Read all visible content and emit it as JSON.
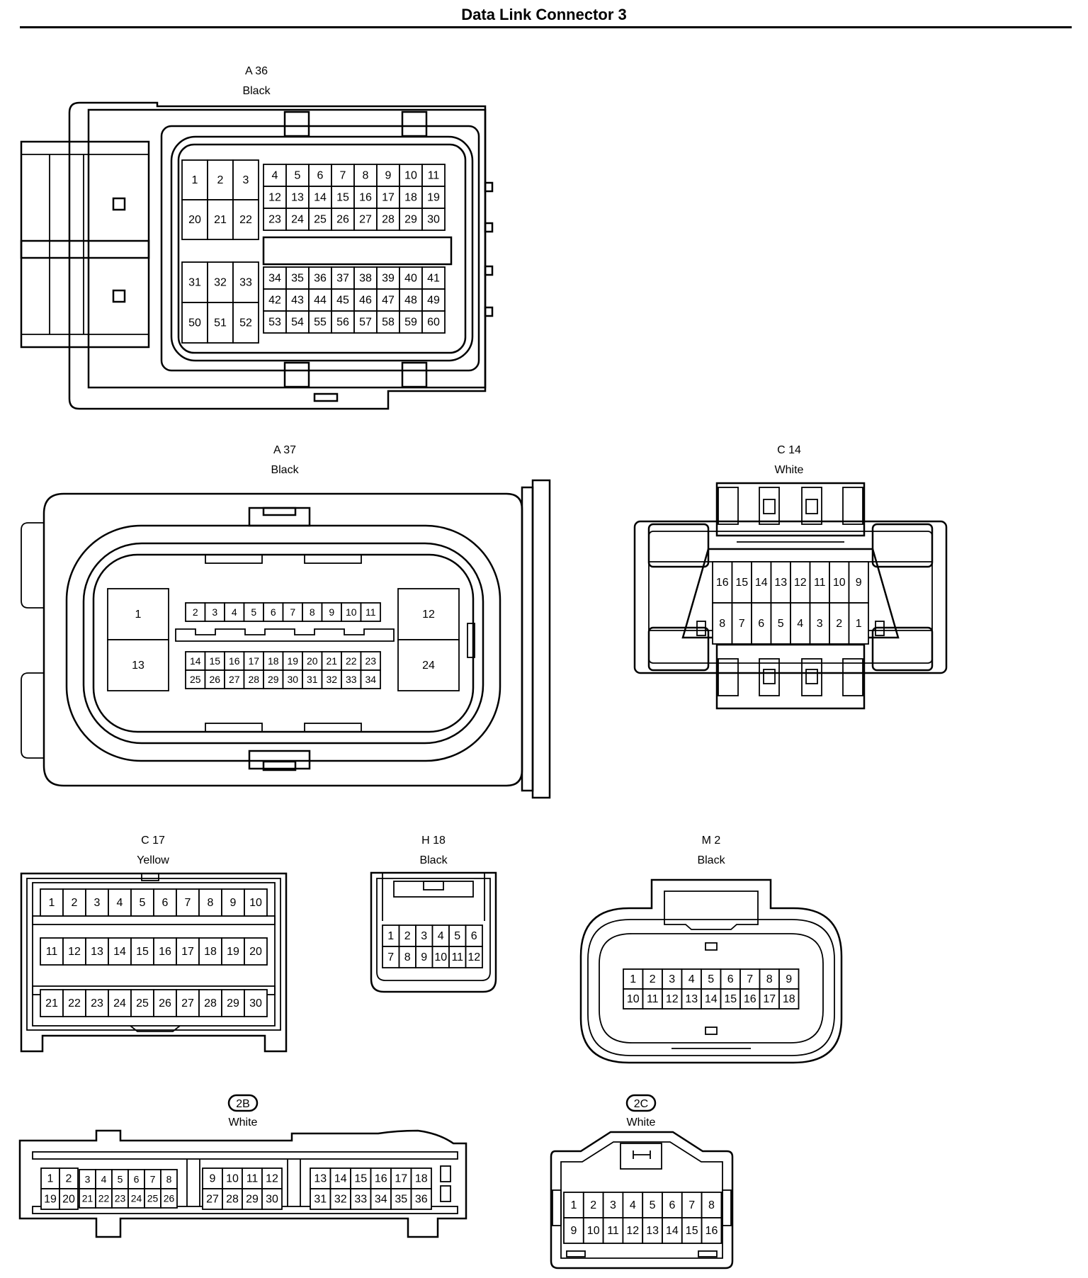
{
  "title": "Data Link Connector 3",
  "connectors": [
    {
      "id": "A36",
      "code": "A 36",
      "color": "Black",
      "groups": [
        {
          "rows": [
            [
              "1",
              "2",
              "3"
            ],
            [
              "20",
              "21",
              "22"
            ]
          ]
        },
        {
          "rows": [
            [
              "4",
              "5",
              "6",
              "7",
              "8",
              "9",
              "10",
              "11"
            ],
            [
              "12",
              "13",
              "14",
              "15",
              "16",
              "17",
              "18",
              "19"
            ],
            [
              "23",
              "24",
              "25",
              "26",
              "27",
              "28",
              "29",
              "30"
            ]
          ]
        },
        {
          "rows": [
            [
              "31",
              "32",
              "33"
            ],
            [
              "50",
              "51",
              "52"
            ]
          ]
        },
        {
          "rows": [
            [
              "34",
              "35",
              "36",
              "37",
              "38",
              "39",
              "40",
              "41"
            ],
            [
              "42",
              "43",
              "44",
              "45",
              "46",
              "47",
              "48",
              "49"
            ],
            [
              "53",
              "54",
              "55",
              "56",
              "57",
              "58",
              "59",
              "60"
            ]
          ]
        }
      ]
    },
    {
      "id": "A37",
      "code": "A 37",
      "color": "Black",
      "groups": [
        {
          "rows": [
            [
              "1"
            ],
            [
              "13"
            ]
          ]
        },
        {
          "rows": [
            [
              "2",
              "3",
              "4",
              "5",
              "6",
              "7",
              "8",
              "9",
              "10",
              "11"
            ]
          ]
        },
        {
          "rows": [
            [
              "14",
              "15",
              "16",
              "17",
              "18",
              "19",
              "20",
              "21",
              "22",
              "23"
            ],
            [
              "25",
              "26",
              "27",
              "28",
              "29",
              "30",
              "31",
              "32",
              "33",
              "34"
            ]
          ]
        },
        {
          "rows": [
            [
              "12"
            ],
            [
              "24"
            ]
          ]
        }
      ]
    },
    {
      "id": "C14",
      "code": "C 14",
      "color": "White",
      "groups": [
        {
          "rows": [
            [
              "16",
              "15",
              "14",
              "13",
              "12",
              "11",
              "10",
              "9"
            ],
            [
              "8",
              "7",
              "6",
              "5",
              "4",
              "3",
              "2",
              "1"
            ]
          ]
        }
      ]
    },
    {
      "id": "C17",
      "code": "C 17",
      "color": "Yellow",
      "groups": [
        {
          "rows": [
            [
              "1",
              "2",
              "3",
              "4",
              "5",
              "6",
              "7",
              "8",
              "9",
              "10"
            ]
          ]
        },
        {
          "rows": [
            [
              "11",
              "12",
              "13",
              "14",
              "15",
              "16",
              "17",
              "18",
              "19",
              "20"
            ]
          ]
        },
        {
          "rows": [
            [
              "21",
              "22",
              "23",
              "24",
              "25",
              "26",
              "27",
              "28",
              "29",
              "30"
            ]
          ]
        }
      ]
    },
    {
      "id": "H18",
      "code": "H 18",
      "color": "Black",
      "groups": [
        {
          "rows": [
            [
              "1",
              "2",
              "3",
              "4",
              "5",
              "6"
            ],
            [
              "7",
              "8",
              "9",
              "10",
              "11",
              "12"
            ]
          ]
        }
      ]
    },
    {
      "id": "M2",
      "code": "M 2",
      "color": "Black",
      "groups": [
        {
          "rows": [
            [
              "1",
              "2",
              "3",
              "4",
              "5",
              "6",
              "7",
              "8",
              "9"
            ],
            [
              "10",
              "11",
              "12",
              "13",
              "14",
              "15",
              "16",
              "17",
              "18"
            ]
          ]
        }
      ]
    },
    {
      "id": "2B",
      "code": "2B",
      "color": "White",
      "groups": [
        {
          "rows": [
            [
              "1",
              "2"
            ],
            [
              "19",
              "20"
            ]
          ]
        },
        {
          "rows": [
            [
              "3",
              "4",
              "5",
              "6",
              "7",
              "8"
            ],
            [
              "21",
              "22",
              "23",
              "24",
              "25",
              "26"
            ]
          ]
        },
        {
          "rows": [
            [
              "9",
              "10",
              "11",
              "12"
            ],
            [
              "27",
              "28",
              "29",
              "30"
            ]
          ]
        },
        {
          "rows": [
            [
              "13",
              "14",
              "15",
              "16",
              "17",
              "18"
            ],
            [
              "31",
              "32",
              "33",
              "34",
              "35",
              "36"
            ]
          ]
        }
      ]
    },
    {
      "id": "2C",
      "code": "2C",
      "color": "White",
      "groups": [
        {
          "rows": [
            [
              "1",
              "2",
              "3",
              "4",
              "5",
              "6",
              "7",
              "8"
            ],
            [
              "9",
              "10",
              "11",
              "12",
              "13",
              "14",
              "15",
              "16"
            ]
          ]
        }
      ]
    }
  ]
}
